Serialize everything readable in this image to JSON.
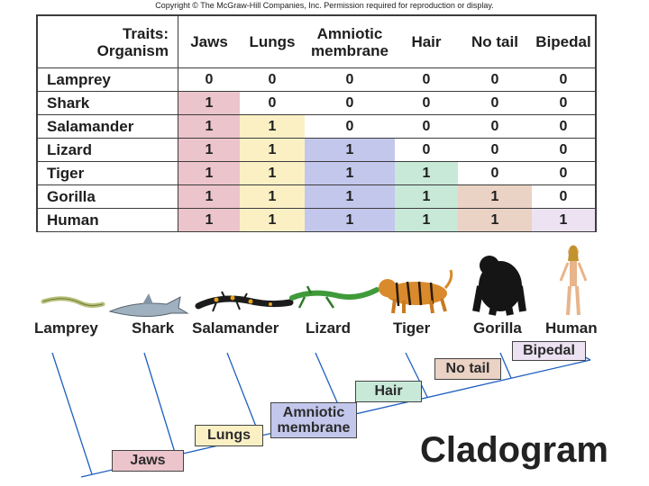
{
  "copyright": "Copyright © The McGraw-Hill Companies, Inc. Permission required for reproduction or display.",
  "table": {
    "header_traits": "Traits:",
    "header_organism": "Organism",
    "columns": [
      {
        "line1": "Jaws",
        "line2": ""
      },
      {
        "line1": "Lungs",
        "line2": ""
      },
      {
        "line1": "Amniotic",
        "line2": "membrane"
      },
      {
        "line1": "Hair",
        "line2": ""
      },
      {
        "line1": "No tail",
        "line2": ""
      },
      {
        "line1": "Bipedal",
        "line2": ""
      }
    ],
    "column_colors": [
      "#ecc4cc",
      "#fbf0c4",
      "#c3c7ec",
      "#c8e8d8",
      "#ead2c4",
      "#ece2f2"
    ],
    "rows": [
      {
        "organism": "Lamprey",
        "values": [
          "0",
          "0",
          "0",
          "0",
          "0",
          "0"
        ]
      },
      {
        "organism": "Shark",
        "values": [
          "1",
          "0",
          "0",
          "0",
          "0",
          "0"
        ]
      },
      {
        "organism": "Salamander",
        "values": [
          "1",
          "1",
          "0",
          "0",
          "0",
          "0"
        ]
      },
      {
        "organism": "Lizard",
        "values": [
          "1",
          "1",
          "1",
          "0",
          "0",
          "0"
        ]
      },
      {
        "organism": "Tiger",
        "values": [
          "1",
          "1",
          "1",
          "1",
          "0",
          "0"
        ]
      },
      {
        "organism": "Gorilla",
        "values": [
          "1",
          "1",
          "1",
          "1",
          "1",
          "0"
        ]
      },
      {
        "organism": "Human",
        "values": [
          "1",
          "1",
          "1",
          "1",
          "1",
          "1"
        ]
      }
    ]
  },
  "animals": [
    "Lamprey",
    "Shark",
    "Salamander",
    "Lizard",
    "Tiger",
    "Gorilla",
    "Human"
  ],
  "cladogram": {
    "title": "Cladogram",
    "traits": [
      {
        "line1": "Jaws",
        "line2": "",
        "color": "#ecc4cc"
      },
      {
        "line1": "Lungs",
        "line2": "",
        "color": "#fbf0c4"
      },
      {
        "line1": "Amniotic",
        "line2": "membrane",
        "color": "#c3c7ec"
      },
      {
        "line1": "Hair",
        "line2": "",
        "color": "#c8e8d8"
      },
      {
        "line1": "No tail",
        "line2": "",
        "color": "#ead2c4"
      },
      {
        "line1": "Bipedal",
        "line2": "",
        "color": "#ece2f2"
      }
    ]
  }
}
